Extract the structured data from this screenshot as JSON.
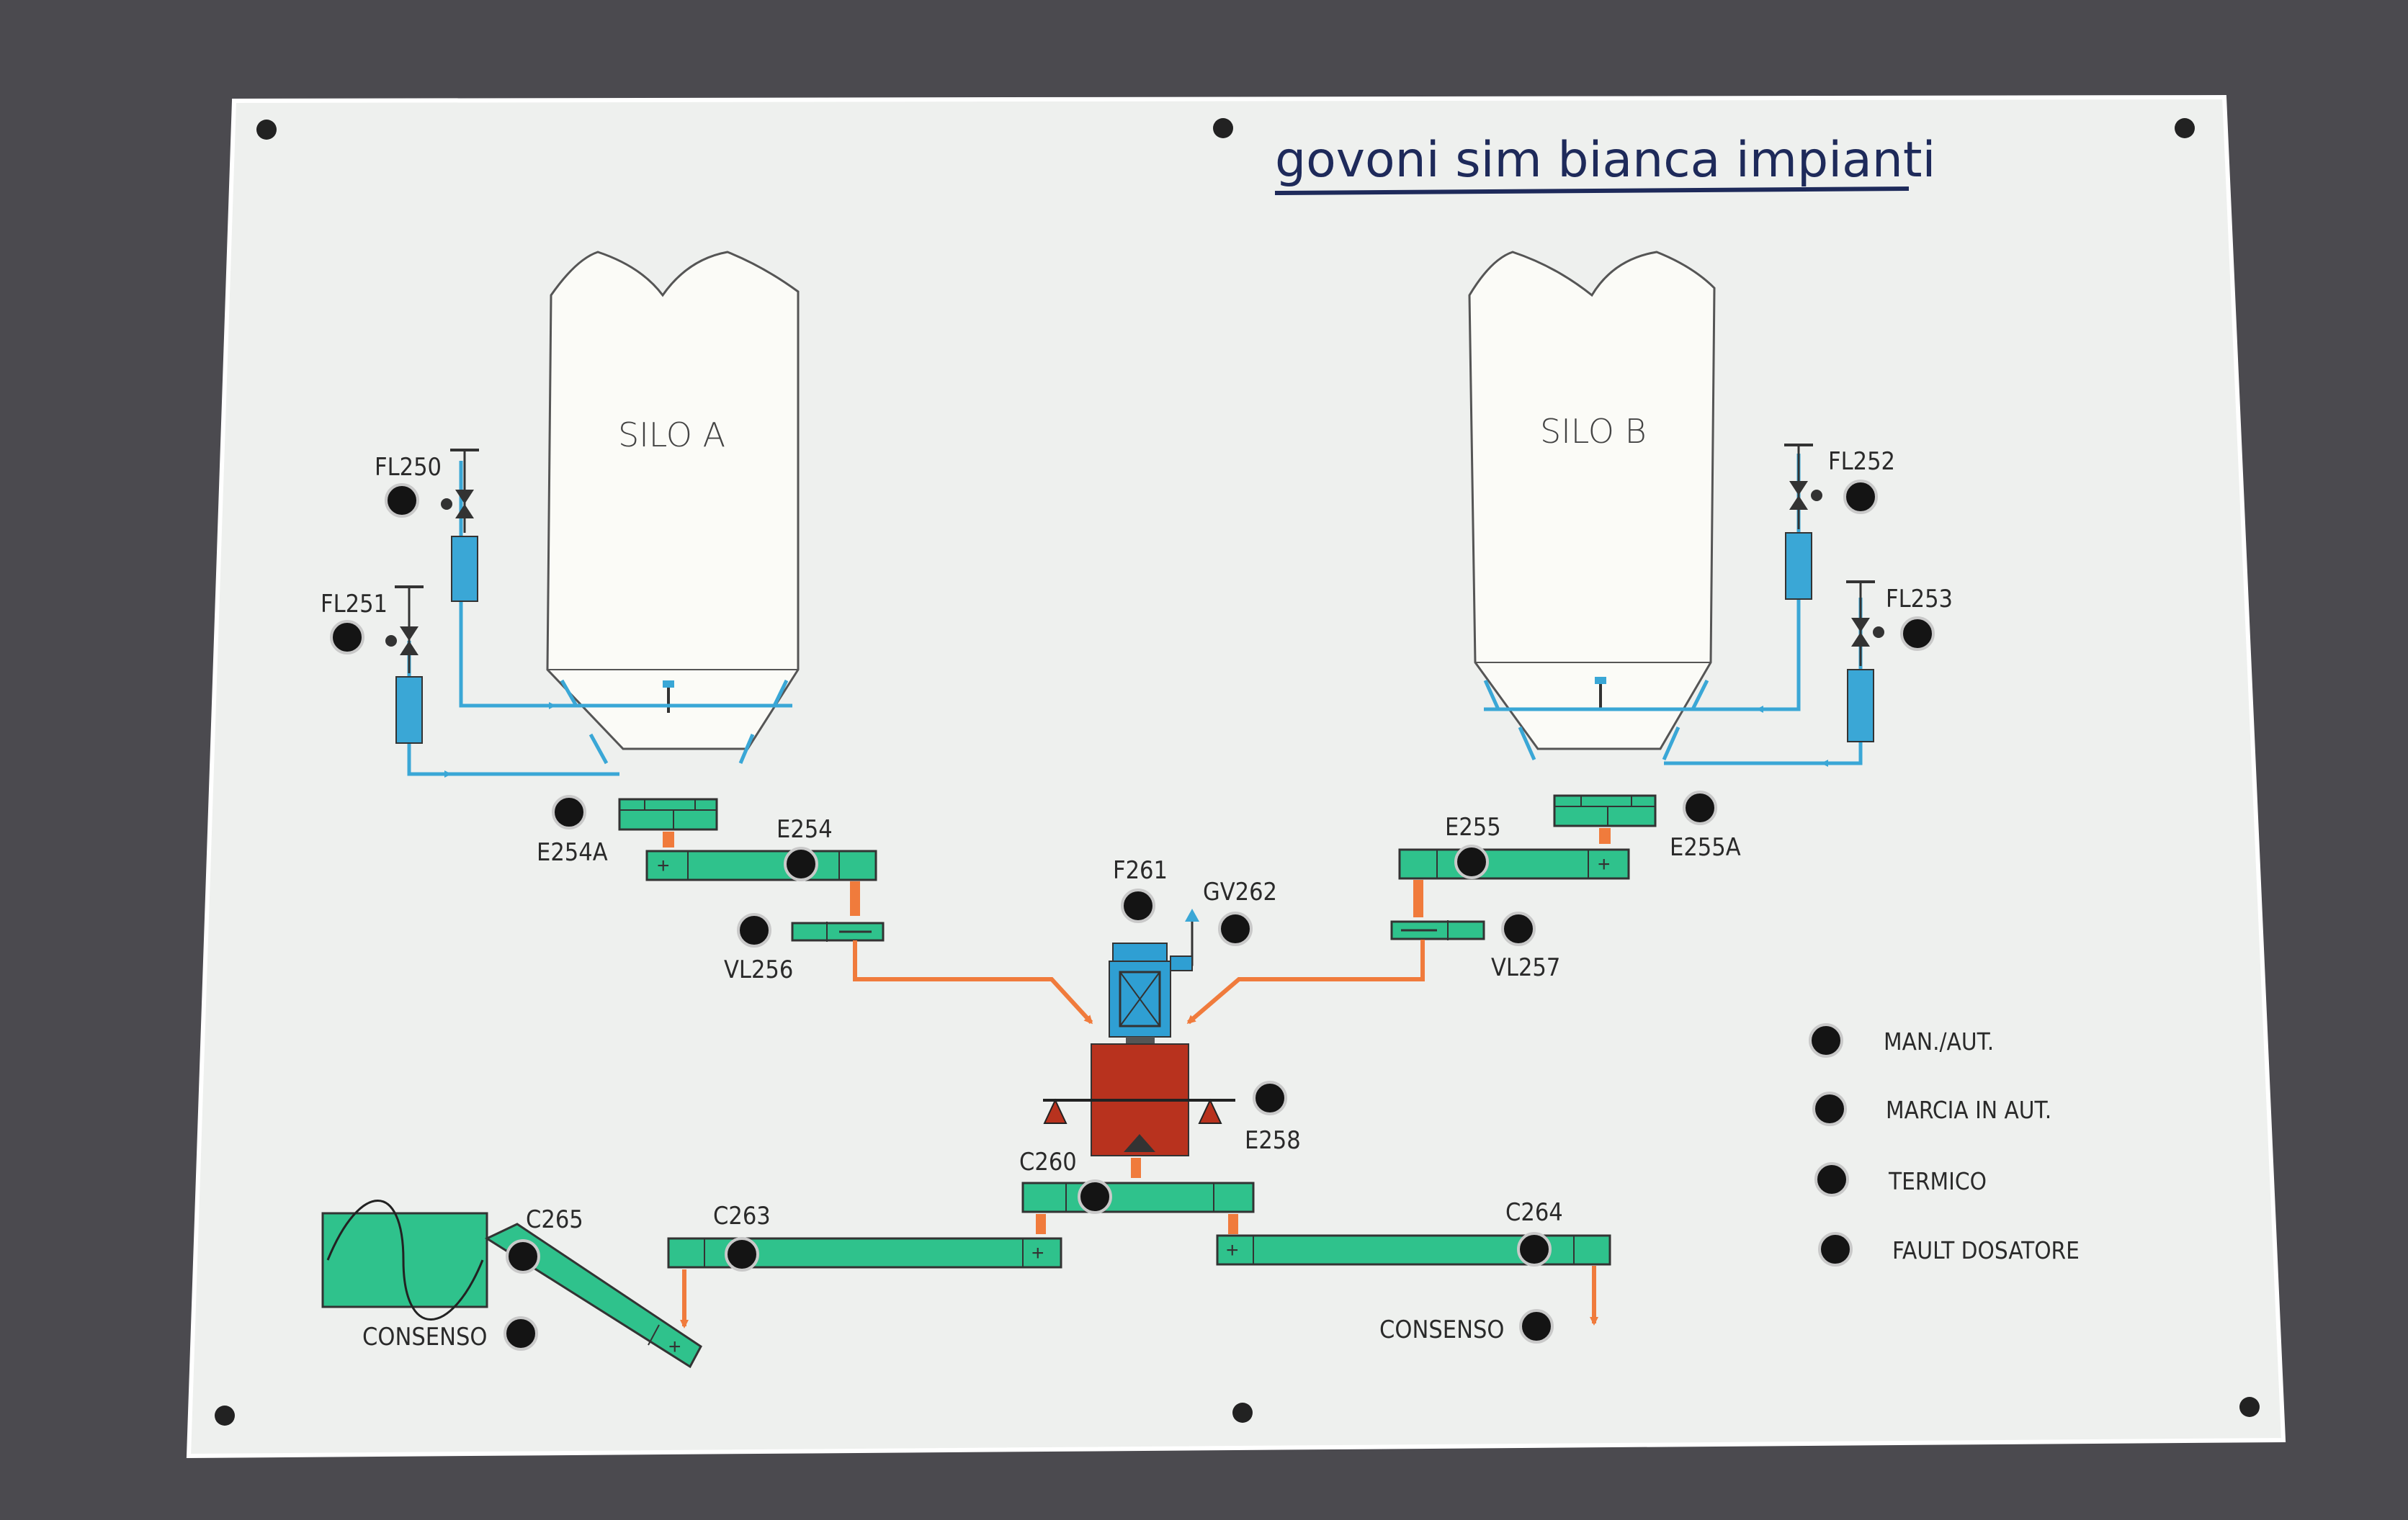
{
  "panel": {
    "title": "govoni sim bianca impianti",
    "silo_a": "SILO  A",
    "silo_b": "SILO  B"
  },
  "labels": {
    "fl250": "FL250",
    "fl251": "FL251",
    "fl252": "FL252",
    "fl253": "FL253",
    "e254a": "E254A",
    "e254": "E254",
    "e255": "E255",
    "e255a": "E255A",
    "vl256": "VL256",
    "vl257": "VL257",
    "f261": "F261",
    "gv262": "GV262",
    "e258": "E258",
    "c260": "C260",
    "c263": "C263",
    "c264": "C264",
    "c265": "C265",
    "consenso_left": "CONSENSO",
    "consenso_right": "CONSENSO"
  },
  "legend": {
    "man_aut": "MAN./AUT.",
    "marcia": "MARCIA IN AUT.",
    "termico": "TERMICO",
    "fault": "FAULT DOSATORE"
  },
  "colors": {
    "background": "#4b4a4f",
    "panel": "#eef0ee",
    "belt": "#2fc28c",
    "air_line": "#3aa7d6",
    "chute": "#f07b3c",
    "mixer": "#b8321e",
    "motor": "#2f9fd3",
    "title": "#1e2a5a"
  }
}
